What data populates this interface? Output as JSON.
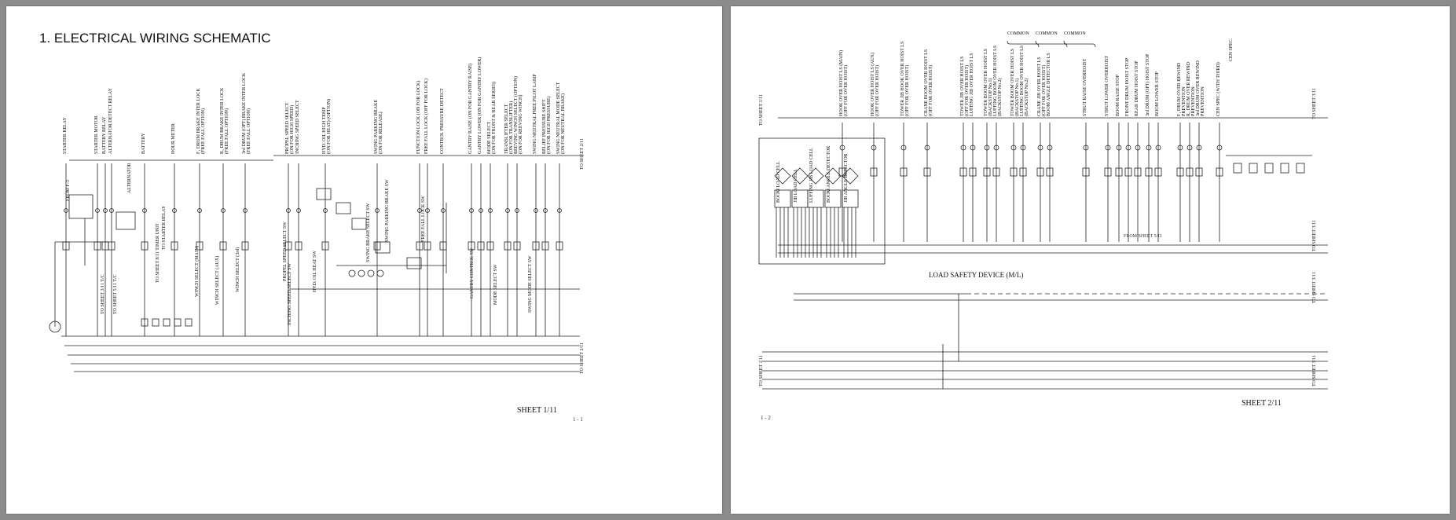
{
  "sheet1": {
    "title": "1.   ELECTRICAL WIRING SCHEMATIC",
    "sheet_label": "SHEET 1/11",
    "page_number": "1 - 1",
    "to_next": "TO SHEET 2/11",
    "top_labels": [
      "STARTER RELAY",
      "STARTER MOTOR",
      "BATTERY RELAY",
      "ALTERNATOR DETECT RELAY",
      "BATTERY",
      "HOUR METER",
      "F₁ DRUM BRAKE INTER LOCK\n(FREE FALL OPTION)",
      "R₁ DRUM BRAKE INTER LOCK\n(FREE FALL OPTION)",
      "3rd DRUM (OPT) BRAKE INTER LOCK\n(FREE FALL OPTION)",
      "PROPEL SPEED SELECT\n(ON FOR HIGH SPEED)",
      "INCHING SPEED SELECT",
      "HYD. OIL HIGH TEMP\n(ON FOR HEAT) (OPTION)",
      "SWING PARKING BRAKE\n(ON FOR RELEASE)",
      "FUNCTION LOCK (ON FOR LOCK)",
      "FREE FALL LOCK (OFF FOR LOCK)",
      "CONTROL PRESSURE DETECT",
      "GANTRY RAISE (ON FOR GANTRY RAISE)",
      "GANTRY LOWER (ON FOR GANTRY LOWER)",
      "MODE SELECT\n(ON FOR FRONT & REAR SERIES)",
      "TRANSLIFTER SELECT\n(ON FOR TRANSLIFTER)",
      "REEVING WINCH SELECT (OPTION)\n(ON FOR REEVING WINCH)",
      "SWING NEUTRAL FREE PILOT LAMP",
      "RELIEF PRESSURE SHIFT\n(ON FOR HIGH PRESSURE)",
      "SWING NEUTRAL MODE SELECT\n(ON FOR NEUTRAL BRAKE)"
    ],
    "inner_labels": [
      "ALTERNATOR",
      "FROM F-3",
      "TO SHEET 8/11 TIMER UNIT",
      "TO STARTER RELAY",
      "WINCH SELECT (MAIN)",
      "WINCH SELECT (AUX)",
      "WINCH SELECT (3rd)",
      "PROPEL SPEED SELECT SW",
      "INCHING SPEED SELECT SW",
      "HYD. OIL HEAT SW",
      "SWING PARKING BRAKE SW",
      "FREE FALL LOCK SW",
      "SWING BRAKE SELECT SW",
      "GANTRY CONTROL SW",
      "MODE SELECT SW",
      "SWING MODE SELECT SW",
      "TO SHEET 3/11 T/C",
      "TO SHEET 5/11 T/C"
    ]
  },
  "sheet2": {
    "sheet_label": "SHEET 2/11",
    "page_number": "1 - 2",
    "center_label": "LOAD SAFETY DEVICE (M/L)",
    "from_sheet": "FROM SHEET 5/11",
    "common_labels": [
      "COMMON",
      "COMMON",
      "COMMON"
    ],
    "cen_spec": "CEN SPEC.",
    "to_left": "TO SHEET 1/11",
    "to_right": "TO SHEET 3/11",
    "top_labels": [
      "HOOK OVER HOIST LS (MAIN)\n(OFF FOR OVER HOIST)",
      "HOOK OVER HOIST LS (AUX)\n(OFF FOR OVER HOIST)",
      "TOWER JIB HOOK OVER HOIST LS\n(OFF FOR OVER HOIST)",
      "CRANE BOOM OVER HOIST LS\n(OFF FOR OVER HOIST)",
      "TOWER JIB OVER HOIST LS\n(OFF FOR OVER HOIST)",
      "LUFFING JIB OVER HOIST LS",
      "TOWER BOOM OVER HOIST LS\n(BACKSTOP No.1)",
      "LUFFING BOOM OVER HOIST LS\n(BACKSTOP No.2)",
      "TOWER BOOM OVER HOIST LS\n(BACKSTOP No.1)",
      "LUFFING BOOM OVER HOIST LS\n(BACKSTOP No.2)",
      "CRANE JIB OVER HOIST LS\n(OFF FOR OVER HOIST)",
      "BOOM ANGLE DETECTOR LS",
      "STRUT RAISE OVERHOIST",
      "STRUT LOWER OVERHOIST",
      "BOOM RAISE STOP",
      "FRONT DRUM HOIST STOP",
      "REAR DRUM HOIST STOP",
      "3rd DRUM (OPT) HOIST STOP",
      "BOOM LOWER STOP",
      "F₁ DRUM OVER REWIND\nPREVENTION",
      "R₁ DRUM OVER REWIND\nPREVENTION",
      "3rd DRUM OVER REWIND\nPREVENTION",
      "CEN SPEC (WITH THIRD)"
    ],
    "sensor_labels": [
      "BOOM LOAD CELL",
      "JIB LOAD CELL",
      "LUFFING JIB LOAD CELL",
      "BOOM ANGLE DETECTOR",
      "JIB ANGLE DETECTOR"
    ]
  }
}
